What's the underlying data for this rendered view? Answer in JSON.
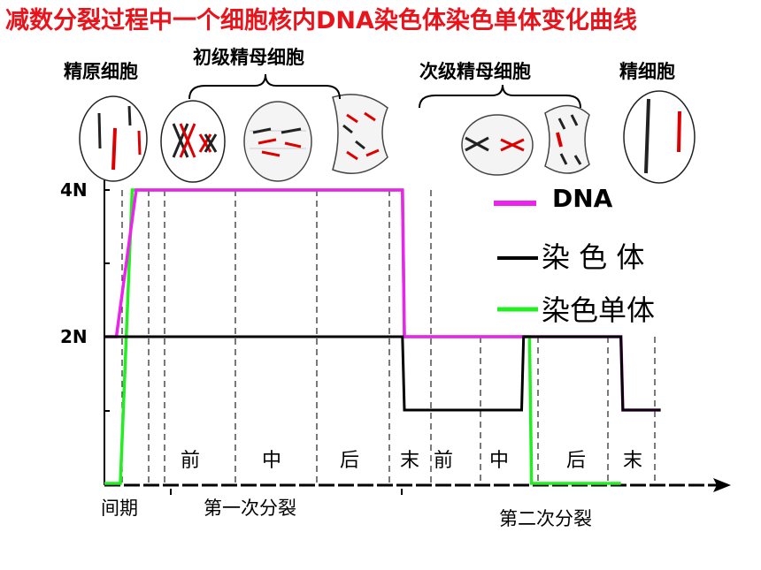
{
  "title": "减数分裂过程中一个细胞核内DNA染色体染色单体变化曲线",
  "stage_labels": {
    "spermatogonium": "精原细胞",
    "primary": "初级精母细胞",
    "secondary": "次级精母细胞",
    "sperm": "精细胞"
  },
  "division_labels": {
    "interphase": "间期",
    "first": "第一次分裂",
    "second": "第二次分裂"
  },
  "colors": {
    "dna": "#ee22ee",
    "chromosome": "#000000",
    "chromatid": "#22ee22",
    "title": "#e8131b"
  },
  "chart_data": {
    "type": "line",
    "y_ticks": [
      "4N",
      "2N"
    ],
    "phase_labels": [
      "前",
      "中",
      "后",
      "末",
      "前",
      "中",
      "后",
      "末"
    ],
    "ylim": [
      0,
      4
    ],
    "legend_position": "right",
    "series": [
      {
        "name": "DNA",
        "color": "#ee22ee",
        "points": [
          [
            0,
            2
          ],
          [
            0.3,
            2
          ],
          [
            0.8,
            4
          ],
          [
            7.5,
            4
          ],
          [
            7.55,
            2
          ],
          [
            13.0,
            2
          ],
          [
            13.05,
            1
          ],
          [
            14.0,
            1
          ]
        ]
      },
      {
        "name": "染 色 体",
        "color": "#000000",
        "points": [
          [
            0,
            2
          ],
          [
            7.5,
            2
          ],
          [
            7.55,
            1
          ],
          [
            10.5,
            1
          ],
          [
            10.55,
            2
          ],
          [
            13.0,
            2
          ],
          [
            13.05,
            1
          ],
          [
            14.0,
            1
          ]
        ]
      },
      {
        "name": "染色单体",
        "color": "#22ee22",
        "points": [
          [
            0,
            0
          ],
          [
            0.4,
            0
          ],
          [
            0.7,
            4
          ],
          [
            7.5,
            4
          ],
          [
            7.55,
            2
          ],
          [
            10.7,
            2
          ],
          [
            10.75,
            0
          ],
          [
            13.0,
            0
          ]
        ]
      }
    ]
  }
}
